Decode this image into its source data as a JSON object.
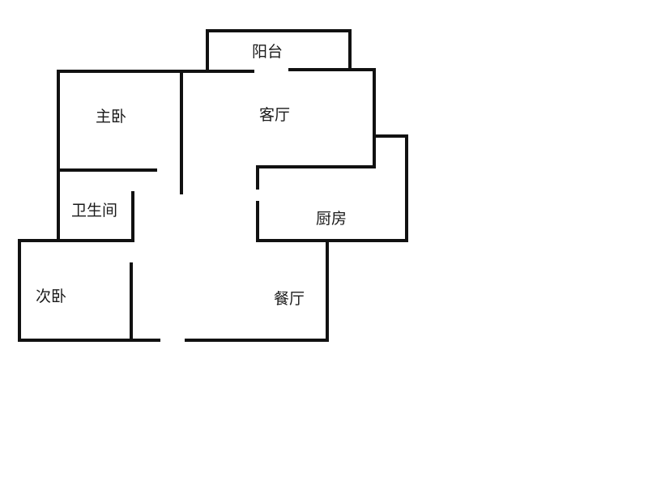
{
  "floor_plan": {
    "wall_color": "#111111",
    "background_color": "#ffffff",
    "rooms": {
      "balcony": "阳台",
      "master_bedroom": "主卧",
      "living_room": "客厅",
      "bathroom": "卫生间",
      "kitchen": "厨房",
      "second_bedroom": "次卧",
      "dining_room": "餐厅"
    }
  }
}
